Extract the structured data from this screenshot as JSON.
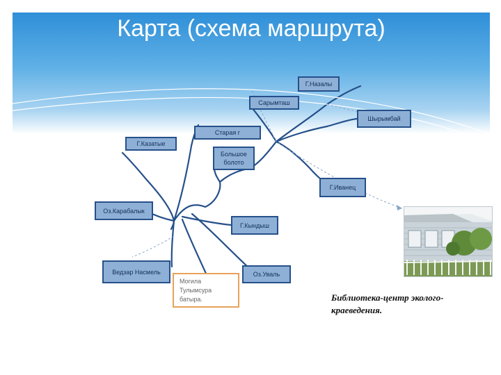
{
  "title": "Карта (схема маршрута)",
  "nodes": {
    "g_nazalu": "Г.Назалы",
    "sarymmash": "Сарымташ",
    "shyryban": "Шырымбай",
    "staryi": "Старая г",
    "g_kazatie": "Г.Казатые",
    "bolshoe_boloto": "Большое болото",
    "g_ivanets": "Г.Иванец",
    "oz_karabalyk": "Оз.Карабалык",
    "g_kyndysh": "Г.Кындыш",
    "vedzar_nasmel": "Ведзар Насмель",
    "oz_uval": "Оз.Уваль"
  },
  "mogila_lines": [
    "Могила",
    "Тулымсура",
    "батыра."
  ],
  "caption_lines": [
    "Библиотека-центр эколого-",
    "краеведения."
  ],
  "colors": {
    "box_fill": "#8fb0d6",
    "box_border": "#25508a",
    "route": "#25508a",
    "highlight_border": "#e8a25a"
  },
  "photo_description_icon": "library-building-photo"
}
